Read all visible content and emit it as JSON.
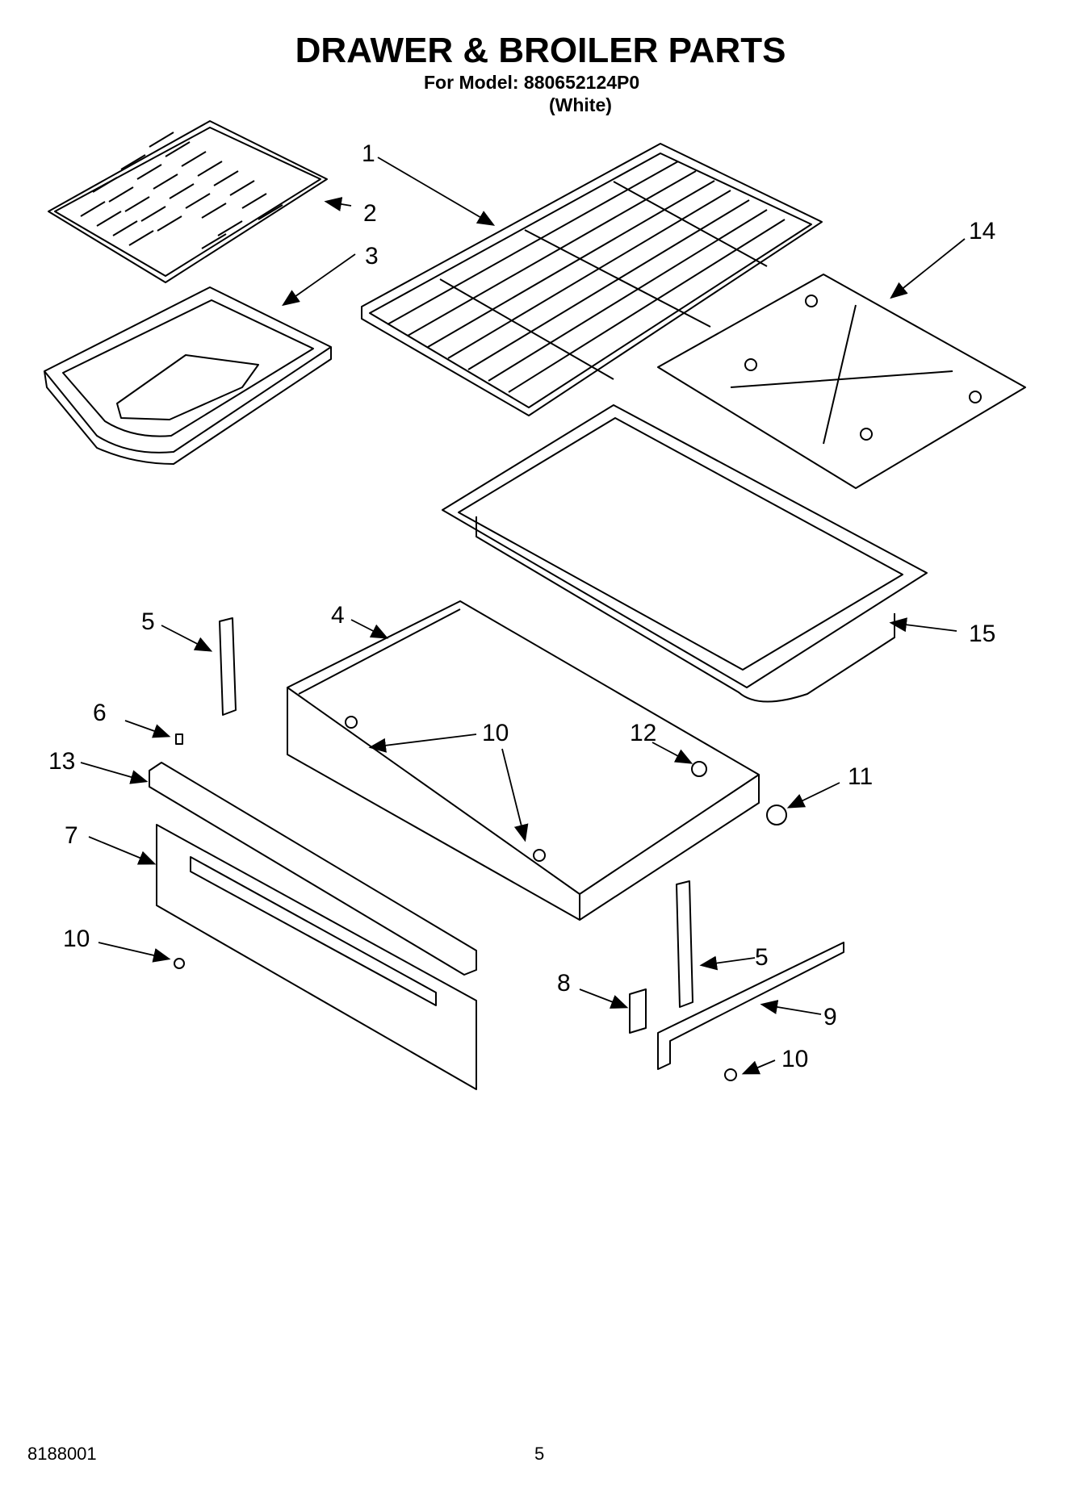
{
  "header": {
    "title": "DRAWER & BROILER PARTS",
    "model": "For Model: 880652124P0",
    "variant": "(White)"
  },
  "callouts": {
    "c1": "1",
    "c2": "2",
    "c3": "3",
    "c4": "4",
    "c5a": "5",
    "c5b": "5",
    "c6": "6",
    "c7": "7",
    "c8": "8",
    "c9": "9",
    "c10a": "10",
    "c10b": "10",
    "c10c": "10",
    "c11": "11",
    "c12": "12",
    "c13": "13",
    "c14": "14",
    "c15": "15"
  },
  "footer": {
    "doc_number": "8188001",
    "page_number": "5"
  },
  "icons": [
    "broiler-grid-icon",
    "broiler-pan-icon",
    "oven-rack-icon",
    "drawer-pan-icon",
    "drawer-body-icon"
  ]
}
